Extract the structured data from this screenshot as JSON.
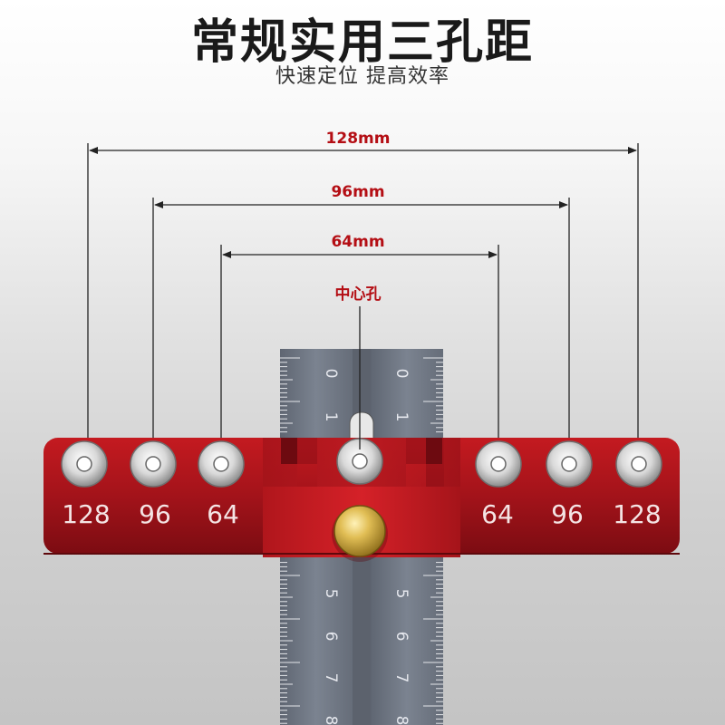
{
  "header": {
    "title": "常规实用三孔距",
    "subtitle": "快速定位 提高效率"
  },
  "dimensions": [
    {
      "label": "128mm"
    },
    {
      "label": "96mm"
    },
    {
      "label": "64mm"
    }
  ],
  "center_label": "中心孔",
  "hole_labels": [
    "128",
    "96",
    "64",
    "64",
    "96",
    "128"
  ],
  "ruler": {
    "left_numbers": [
      "0",
      "1",
      "5",
      "6",
      "7",
      "8"
    ],
    "right_numbers": [
      "0",
      "1",
      "5",
      "6",
      "7",
      "8"
    ]
  },
  "colors": {
    "accent_red": "#b40e14",
    "jig_red": "#9e1218",
    "ruler_gray": "#737b88",
    "knob_brass": "#c8a23a"
  }
}
